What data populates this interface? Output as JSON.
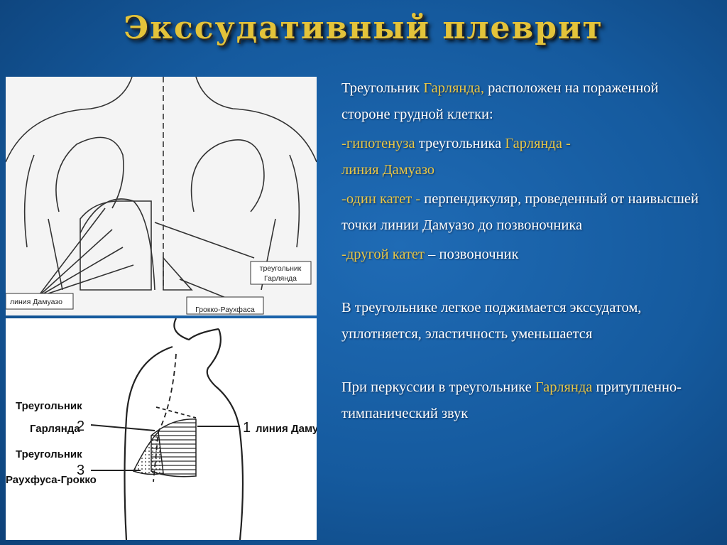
{
  "title": "Экссудативный плеврит",
  "figure_top": {
    "label_triangle_garland": [
      "треугольник",
      "Гарлянда"
    ],
    "label_damoiseau_line": "линия Дамуазо",
    "label_grokko_rauchfuss": "Грокко-Раухфаса"
  },
  "figure_bottom": {
    "label_triangle": "Треугольник",
    "label_garland": "Гарлянда",
    "label_triangle_2": "Треугольник",
    "label_rauchfuss_grokko": "Раухфуса-Грокко",
    "num_1": "1",
    "num_2": "2",
    "num_3": "3",
    "label_damoiseau_line": "линия Дамуазо"
  },
  "text": {
    "p1_a": "Треугольник ",
    "p1_hl": "Гарлянда,",
    "p1_b": " расположен на пораженной стороне грудной клетки:",
    "p2_hl": "-гипотенуза",
    "p2_a": " треугольника ",
    "p2_hl2": "Гарлянда -",
    "p2_hl3": "линия Дамуазо",
    "p3_hl": "-один катет -",
    "p3_a": " перпендикуляр, проведенный от наивысшей точки линии Дамуазо до позвоночника",
    "p4_hl": "-другой катет",
    "p4_a": " – позвоночник",
    "p5": "В треугольнике легкое поджимается экссудатом,  уплотняется, эластичность уменьшается",
    "p6_a": "При перкуссии в треугольнике ",
    "p6_hl": "Гарлянда",
    "p6_b": " притупленно-тимпанический звук"
  },
  "colors": {
    "background": "#155a9e",
    "title": "#e3c33a",
    "highlight": "#e8c747",
    "text": "#ffffff"
  }
}
